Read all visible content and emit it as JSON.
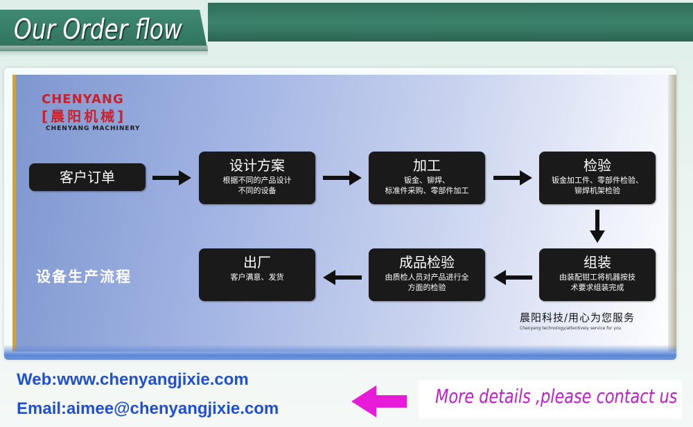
{
  "header": {
    "title": "Our Order flow"
  },
  "logo": {
    "en": "CHENYANG",
    "cn": "[晨阳机械]",
    "sub": "CHENYANG MACHINERY"
  },
  "flow": {
    "start": {
      "title": "客户订单"
    },
    "design": {
      "title": "设计方案",
      "desc": "根据不同的产品设计\n不同的设备"
    },
    "process": {
      "title": "加工",
      "desc": "钣金、铆焊、\n标准件采购、零部件加工"
    },
    "inspect": {
      "title": "检验",
      "desc": "钣金加工件、零部件检验、\n铆焊机架检验"
    },
    "assemble": {
      "title": "组装",
      "desc": "由装配钳工将机器按技\n术要求组装完成"
    },
    "final_inspect": {
      "title": "成品检验",
      "desc": "由质检人员对产品进行全\n方面的检验"
    },
    "ship": {
      "title": "出厂",
      "desc": "客户满意、发货"
    }
  },
  "side_label": "设备生产流程",
  "slogan": {
    "cn": "晨阳科技/用心为您服务",
    "en": "Chenyang technology/attentively service for you"
  },
  "footer": {
    "web": "Web:www.chenyangjixie.com",
    "email": "Email:aimee@chenyangjixie.com",
    "cta": "More details ,please contact us"
  },
  "colors": {
    "banner": "#2f6d59",
    "box": "#1a1a1a",
    "link": "#1f4fd6",
    "cta": "#c21bd3",
    "logo": "#c8212b"
  }
}
